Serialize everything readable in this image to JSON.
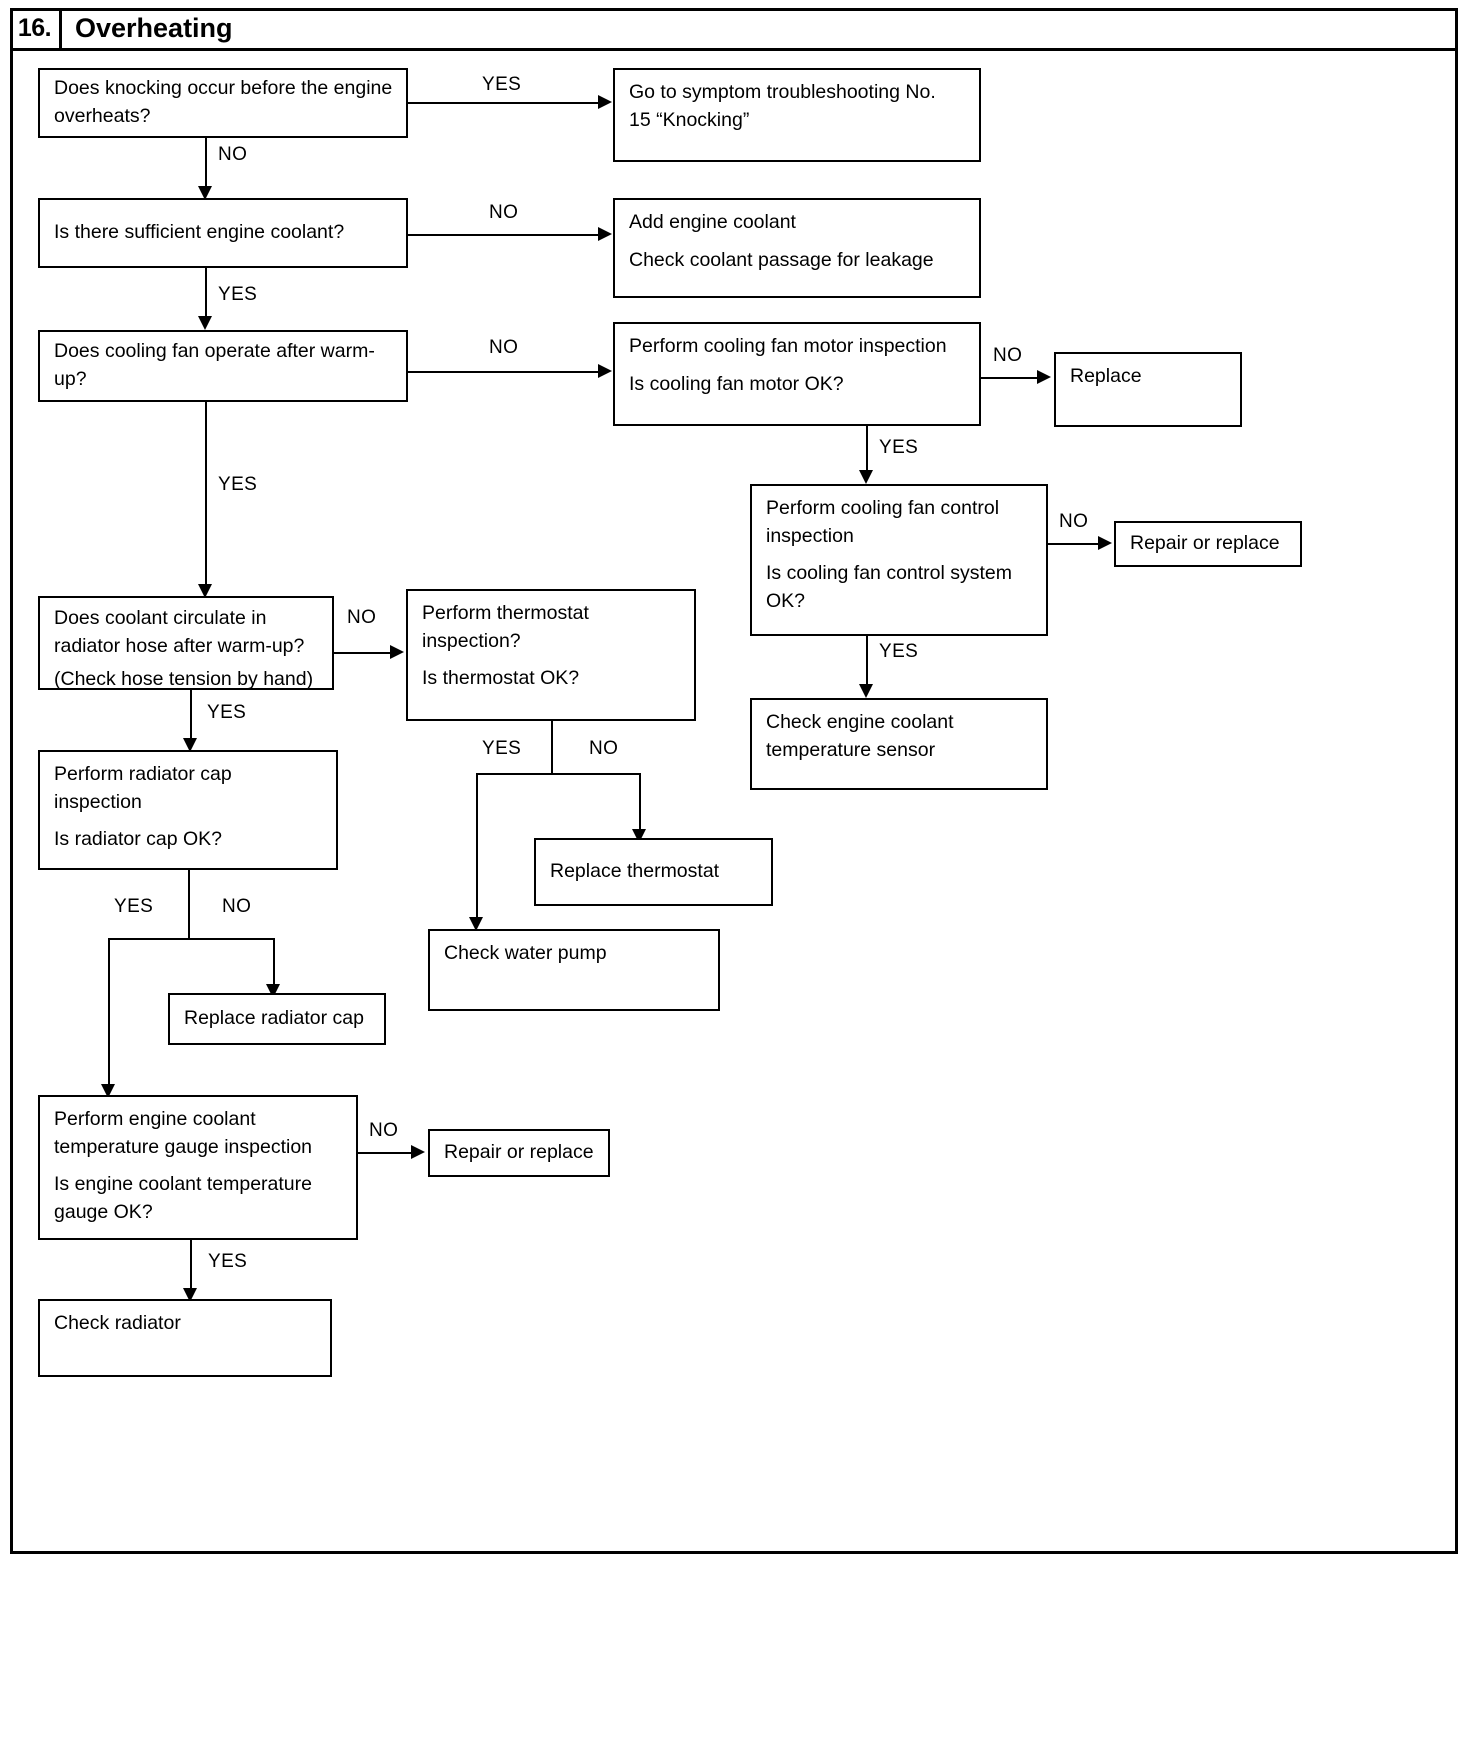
{
  "header": {
    "number": "16.",
    "title": "Overheating"
  },
  "nodes": {
    "q_knocking": "Does knocking occur before the engine overheats?",
    "a_goto_15_l1": "Go to symptom troubleshooting No.",
    "a_goto_15_l2": "15 “Knocking”",
    "q_sufficient_coolant": "Is there sufficient engine coolant?",
    "a_add_coolant_l1": "Add engine coolant",
    "a_add_coolant_l2": "Check coolant passage for leakage",
    "q_cooling_fan_operate": "Does cooling fan operate after warm-up?",
    "q_fan_motor_l1": "Perform cooling fan motor inspection",
    "q_fan_motor_l2": "Is cooling fan motor OK?",
    "a_replace": "Replace",
    "q_fan_control_l1": "Perform cooling fan control inspection",
    "q_fan_control_l2": "Is cooling fan control system OK?",
    "a_repair_or_replace_fan": "Repair or replace",
    "a_check_temp_sensor_l1": "Check engine coolant",
    "a_check_temp_sensor_l2": "temperature sensor",
    "q_coolant_circulate_l1": "Does coolant circulate in",
    "q_coolant_circulate_l2": "radiator hose after warm-up?",
    "q_coolant_circulate_l3": "(Check hose tension by hand)",
    "q_thermostat_l1": "Perform thermostat inspection?",
    "q_thermostat_l2": "Is thermostat OK?",
    "a_replace_thermostat": "Replace thermostat",
    "a_check_water_pump": "Check water pump",
    "q_radiator_cap_l1": "Perform radiator cap inspection",
    "q_radiator_cap_l2": "Is radiator cap OK?",
    "a_replace_radiator_cap": "Replace radiator cap",
    "q_temp_gauge_l1": "Perform engine coolant temperature gauge inspection",
    "q_temp_gauge_l2": "Is engine coolant temperature gauge OK?",
    "a_repair_or_replace_gauge": "Repair or replace",
    "a_check_radiator": "Check radiator"
  },
  "labels": {
    "yes_knocking": "YES",
    "no_knocking": "NO",
    "no_coolant": "NO",
    "yes_coolant": "YES",
    "no_fan_operate": "NO",
    "yes_fan_operate": "YES",
    "no_fan_motor": "NO",
    "yes_fan_motor": "YES",
    "no_fan_control": "NO",
    "yes_fan_control": "YES",
    "no_circulate": "NO",
    "yes_circulate": "YES",
    "yes_thermostat": "YES",
    "no_thermostat": "NO",
    "yes_radiator_cap": "YES",
    "no_radiator_cap": "NO",
    "no_temp_gauge": "NO",
    "yes_temp_gauge": "YES"
  }
}
